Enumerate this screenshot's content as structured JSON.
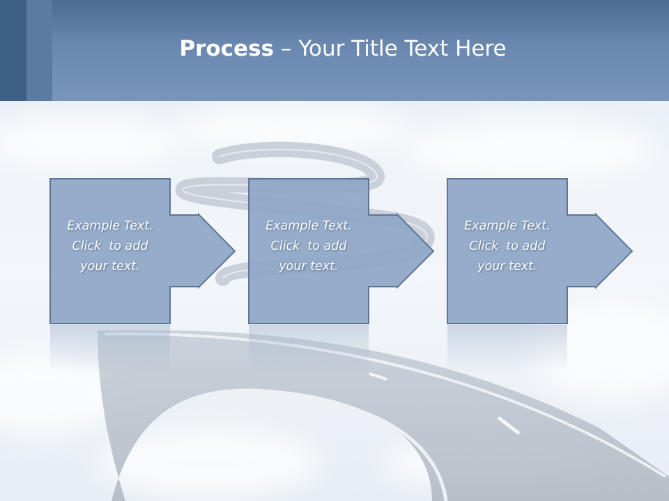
{
  "header": {
    "title_bold": "Process",
    "title_rest": " – Your Title Text Here"
  },
  "steps": [
    {
      "lines": [
        "Example Text.",
        "Click  to add",
        "your text."
      ]
    },
    {
      "lines": [
        "Example Text.",
        "Click  to add",
        "your text."
      ]
    },
    {
      "lines": [
        "Example Text.",
        "Click  to add",
        "your text."
      ]
    }
  ],
  "colors": {
    "header": "#6a88b0",
    "box_fill": "#8ea6c6",
    "box_stroke": "#5f7596",
    "text": "#ffffff"
  },
  "background": "clouds-with-winding-road"
}
